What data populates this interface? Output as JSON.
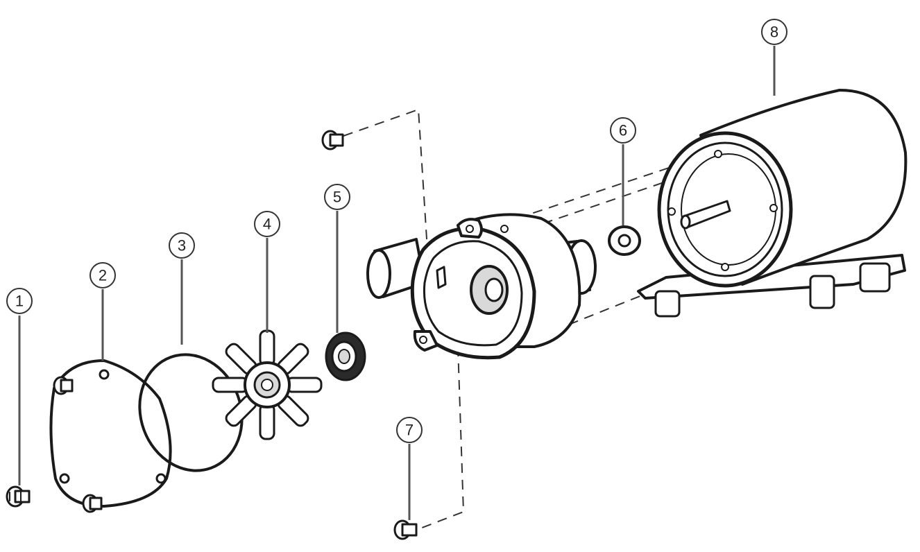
{
  "diagram": {
    "type": "exploded-parts-diagram",
    "callouts": [
      {
        "id": "1",
        "label": "1",
        "part": "screw"
      },
      {
        "id": "2",
        "label": "2",
        "part": "end-cover"
      },
      {
        "id": "3",
        "label": "3",
        "part": "gasket"
      },
      {
        "id": "4",
        "label": "4",
        "part": "impeller"
      },
      {
        "id": "5",
        "label": "5",
        "part": "seal"
      },
      {
        "id": "6",
        "label": "6",
        "part": "washer"
      },
      {
        "id": "7",
        "label": "7",
        "part": "screw"
      },
      {
        "id": "8",
        "label": "8",
        "part": "motor"
      }
    ]
  },
  "colors": {
    "ink": "#1a1a1a",
    "background": "#ffffff",
    "shade": "#d9d9d9"
  }
}
